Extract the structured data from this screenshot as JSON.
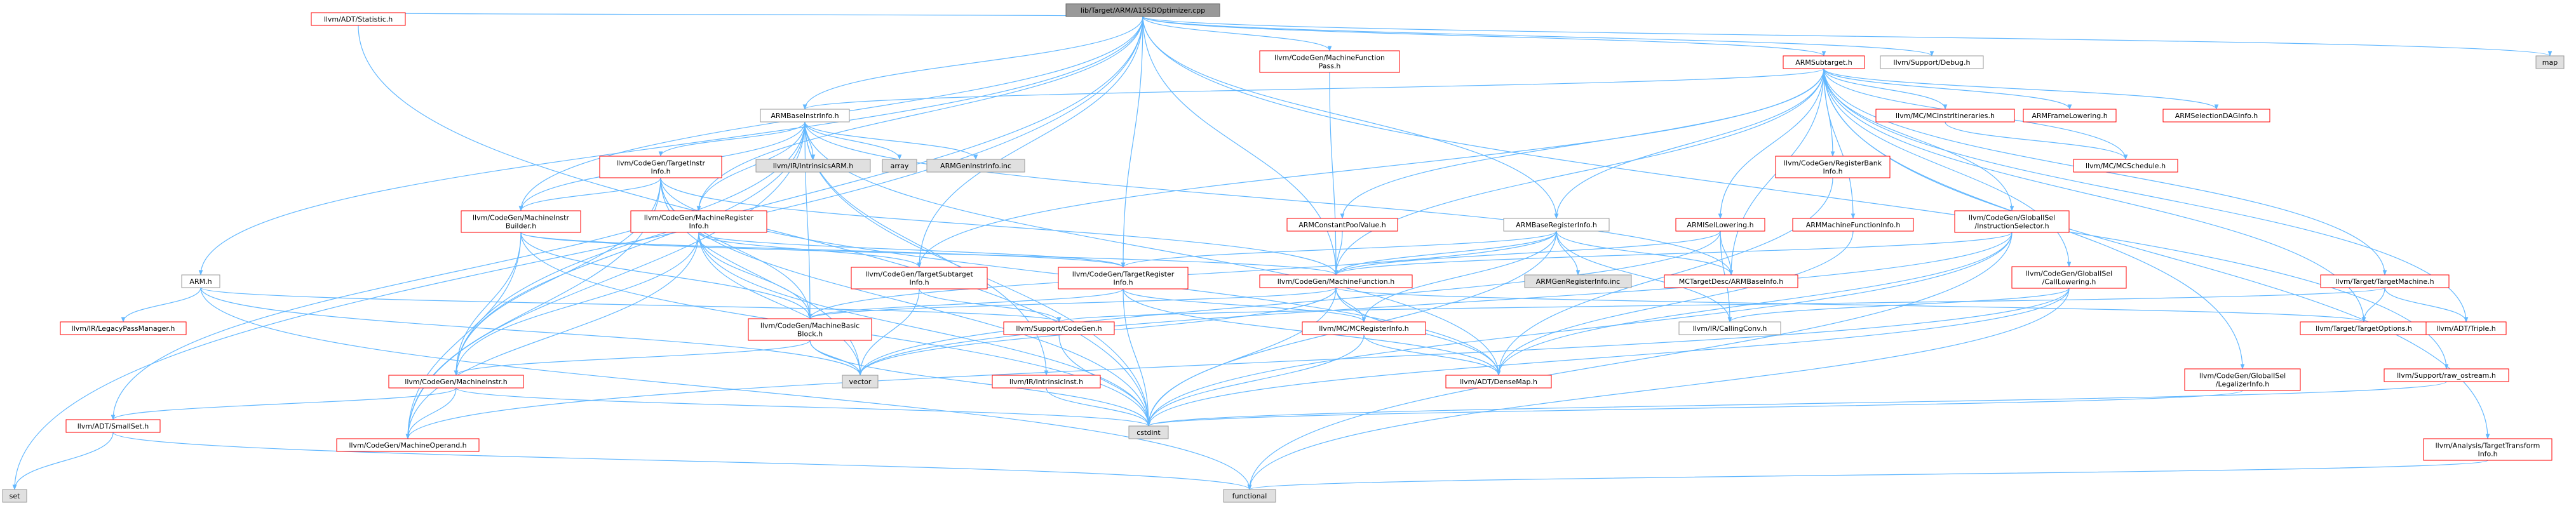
{
  "graph": {
    "colors": {
      "edge": "#63b8ff",
      "root_fill": "#999999",
      "root_border": "#666666",
      "node_border_red": "#ff0000",
      "node_border_gray": "#999999",
      "sys_fill": "#e0e0e0",
      "text": "#000000",
      "text_red": "#000000"
    },
    "nodes": [
      {
        "id": "root",
        "label": "lib/Target/ARM/A15SDOptimizer.cpp",
        "kind": "root"
      },
      {
        "id": "adt_statistic",
        "label": "llvm/ADT/Statistic.h",
        "kind": "red"
      },
      {
        "id": "mfpass",
        "label": "llvm/CodeGen/MachineFunction\nPass.h",
        "kind": "red"
      },
      {
        "id": "armsubtarget",
        "label": "ARMSubtarget.h",
        "kind": "red"
      },
      {
        "id": "support_debug",
        "label": "llvm/Support/Debug.h",
        "kind": "plain"
      },
      {
        "id": "map",
        "label": "map",
        "kind": "sys"
      },
      {
        "id": "set",
        "label": "set",
        "kind": "sys"
      },
      {
        "id": "armbaseinstrinfo",
        "label": "ARMBaseInstrInfo.h",
        "kind": "plain"
      },
      {
        "id": "mcinstritin",
        "label": "llvm/MC/MCInstrItineraries.h",
        "kind": "red"
      },
      {
        "id": "armframelowering",
        "label": "ARMFrameLowering.h",
        "kind": "red"
      },
      {
        "id": "armseldag",
        "label": "ARMSelectionDAGInfo.h",
        "kind": "red"
      },
      {
        "id": "mcschedule",
        "label": "llvm/MC/MCSchedule.h",
        "kind": "red"
      },
      {
        "id": "targetinstrinfo",
        "label": "llvm/CodeGen/TargetInstr\nInfo.h",
        "kind": "red"
      },
      {
        "id": "intrinsicsarm",
        "label": "llvm/IR/IntrinsicsARM.h",
        "kind": "sys"
      },
      {
        "id": "array",
        "label": "array",
        "kind": "sys"
      },
      {
        "id": "armgeninstrinfo",
        "label": "ARMGenInstrInfo.inc",
        "kind": "sys"
      },
      {
        "id": "regbankinfo",
        "label": "llvm/CodeGen/RegisterBank\nInfo.h",
        "kind": "red"
      },
      {
        "id": "armmfinfo",
        "label": "ARMMachineFunctionInfo.h",
        "kind": "red"
      },
      {
        "id": "instrselector",
        "label": "llvm/CodeGen/GlobalISel\n/InstructionSelector.h",
        "kind": "red"
      },
      {
        "id": "arm_h",
        "label": "ARM.h",
        "kind": "plain"
      },
      {
        "id": "machineinstrbuilder",
        "label": "llvm/CodeGen/MachineInstr\nBuilder.h",
        "kind": "red"
      },
      {
        "id": "machineregisterinfo",
        "label": "llvm/CodeGen/MachineRegister\nInfo.h",
        "kind": "red"
      },
      {
        "id": "armconstpool",
        "label": "ARMConstantPoolValue.h",
        "kind": "red"
      },
      {
        "id": "armbaseregisterinfo",
        "label": "ARMBaseRegisterInfo.h",
        "kind": "plain"
      },
      {
        "id": "armisellowering",
        "label": "ARMISelLowering.h",
        "kind": "red"
      },
      {
        "id": "calllowering",
        "label": "llvm/CodeGen/GlobalISel\n/CallLowering.h",
        "kind": "red"
      },
      {
        "id": "targetmachine",
        "label": "llvm/Target/TargetMachine.h",
        "kind": "red"
      },
      {
        "id": "targetsubtargetinfo",
        "label": "llvm/CodeGen/TargetSubtarget\nInfo.h",
        "kind": "red"
      },
      {
        "id": "targetregisterinfo",
        "label": "llvm/CodeGen/TargetRegister\nInfo.h",
        "kind": "red"
      },
      {
        "id": "machinefunction",
        "label": "llvm/CodeGen/MachineFunction.h",
        "kind": "red"
      },
      {
        "id": "armgenreginfo",
        "label": "ARMGenRegisterInfo.inc",
        "kind": "sys"
      },
      {
        "id": "mctargetdesc",
        "label": "MCTargetDesc/ARMBaseInfo.h",
        "kind": "red"
      },
      {
        "id": "legacypassmgr",
        "label": "llvm/IR/LegacyPassManager.h",
        "kind": "red"
      },
      {
        "id": "machinebasicblock",
        "label": "llvm/CodeGen/MachineBasic\nBlock.h",
        "kind": "red"
      },
      {
        "id": "supportcodegen",
        "label": "llvm/Support/CodeGen.h",
        "kind": "red"
      },
      {
        "id": "mcregisterinfo",
        "label": "llvm/MC/MCRegisterInfo.h",
        "kind": "red"
      },
      {
        "id": "callingconv",
        "label": "llvm/IR/CallingConv.h",
        "kind": "plain"
      },
      {
        "id": "targetoptions",
        "label": "llvm/Target/TargetOptions.h",
        "kind": "red"
      },
      {
        "id": "adttriple",
        "label": "llvm/ADT/Triple.h",
        "kind": "red"
      },
      {
        "id": "vector",
        "label": "vector",
        "kind": "sys"
      },
      {
        "id": "densemap",
        "label": "llvm/ADT/DenseMap.h",
        "kind": "red"
      },
      {
        "id": "machineinstr",
        "label": "llvm/CodeGen/MachineInstr.h",
        "kind": "red"
      },
      {
        "id": "intrinsicinst",
        "label": "llvm/IR/IntrinsicInst.h",
        "kind": "red"
      },
      {
        "id": "legalizerinfo",
        "label": "llvm/CodeGen/GlobalISel\n/LegalizerInfo.h",
        "kind": "red"
      },
      {
        "id": "rawostream",
        "label": "llvm/Support/raw_ostream.h",
        "kind": "red"
      },
      {
        "id": "adtsmallset",
        "label": "llvm/ADT/SmallSet.h",
        "kind": "red"
      },
      {
        "id": "cstdint",
        "label": "cstdint",
        "kind": "sys"
      },
      {
        "id": "machineoperand",
        "label": "llvm/CodeGen/MachineOperand.h",
        "kind": "red"
      },
      {
        "id": "targettransform",
        "label": "llvm/Analysis/TargetTransform\nInfo.h",
        "kind": "red"
      },
      {
        "id": "functional",
        "label": "functional",
        "kind": "sys"
      }
    ],
    "edges": [
      [
        "root",
        "adt_statistic"
      ],
      [
        "root",
        "mfpass"
      ],
      [
        "root",
        "armsubtarget"
      ],
      [
        "root",
        "support_debug"
      ],
      [
        "root",
        "map"
      ],
      [
        "root",
        "set"
      ],
      [
        "root",
        "armbaseinstrinfo"
      ],
      [
        "root",
        "arm_h"
      ],
      [
        "root",
        "machineinstrbuilder"
      ],
      [
        "root",
        "machinefunction"
      ],
      [
        "root",
        "targetregisterinfo"
      ],
      [
        "root",
        "targetsubtargetinfo"
      ],
      [
        "root",
        "armbaseregisterinfo"
      ],
      [
        "root",
        "machineinstr"
      ],
      [
        "root",
        "rawostream"
      ],
      [
        "root",
        "machineregisterinfo"
      ],
      [
        "adt_statistic",
        "cstdint"
      ],
      [
        "mfpass",
        "machinefunction"
      ],
      [
        "armsubtarget",
        "armbaseinstrinfo"
      ],
      [
        "armsubtarget",
        "mcinstritin"
      ],
      [
        "armsubtarget",
        "armframelowering"
      ],
      [
        "armsubtarget",
        "armseldag"
      ],
      [
        "armsubtarget",
        "mcschedule"
      ],
      [
        "armsubtarget",
        "regbankinfo"
      ],
      [
        "armsubtarget",
        "armmfinfo"
      ],
      [
        "armsubtarget",
        "instrselector"
      ],
      [
        "armsubtarget",
        "armconstpool"
      ],
      [
        "armsubtarget",
        "armbaseregisterinfo"
      ],
      [
        "armsubtarget",
        "armisellowering"
      ],
      [
        "armsubtarget",
        "calllowering"
      ],
      [
        "armsubtarget",
        "targetmachine"
      ],
      [
        "armsubtarget",
        "targetsubtargetinfo"
      ],
      [
        "armsubtarget",
        "machinefunction"
      ],
      [
        "armsubtarget",
        "legalizerinfo"
      ],
      [
        "armsubtarget",
        "targetoptions"
      ],
      [
        "armsubtarget",
        "adttriple"
      ],
      [
        "armsubtarget",
        "targettransform"
      ],
      [
        "armsubtarget",
        "mctargetdesc"
      ],
      [
        "mcinstritin",
        "mcschedule"
      ],
      [
        "armbaseinstrinfo",
        "targetinstrinfo"
      ],
      [
        "armbaseinstrinfo",
        "intrinsicsarm"
      ],
      [
        "armbaseinstrinfo",
        "array"
      ],
      [
        "armbaseinstrinfo",
        "armgeninstrinfo"
      ],
      [
        "armbaseinstrinfo",
        "machineinstrbuilder"
      ],
      [
        "armbaseinstrinfo",
        "machinebasicblock"
      ],
      [
        "armbaseinstrinfo",
        "machineinstr"
      ],
      [
        "armbaseinstrinfo",
        "machineoperand"
      ],
      [
        "armbaseinstrinfo",
        "adtsmallset"
      ],
      [
        "armbaseinstrinfo",
        "intrinsicinst"
      ],
      [
        "armbaseinstrinfo",
        "densemap"
      ],
      [
        "armbaseinstrinfo",
        "cstdint"
      ],
      [
        "armbaseinstrinfo",
        "mctargetdesc"
      ],
      [
        "armbaseinstrinfo",
        "machineregisterinfo"
      ],
      [
        "targetinstrinfo",
        "machinefunction"
      ],
      [
        "targetinstrinfo",
        "machinebasicblock"
      ],
      [
        "targetinstrinfo",
        "machineinstr"
      ],
      [
        "targetinstrinfo",
        "machineoperand"
      ],
      [
        "targetinstrinfo",
        "densemap"
      ],
      [
        "targetinstrinfo",
        "vector"
      ],
      [
        "targetinstrinfo",
        "cstdint"
      ],
      [
        "targetinstrinfo",
        "machineinstrbuilder"
      ],
      [
        "regbankinfo",
        "densemap"
      ],
      [
        "armmfinfo",
        "densemap"
      ],
      [
        "instrselector",
        "machinefunction"
      ],
      [
        "instrselector",
        "densemap"
      ],
      [
        "instrselector",
        "cstdint"
      ],
      [
        "instrselector",
        "vector"
      ],
      [
        "instrselector",
        "functional"
      ],
      [
        "arm_h",
        "legacypassmgr"
      ],
      [
        "arm_h",
        "supportcodegen"
      ],
      [
        "arm_h",
        "vector"
      ],
      [
        "arm_h",
        "functional"
      ],
      [
        "machineinstrbuilder",
        "machinefunction"
      ],
      [
        "machineinstrbuilder",
        "machinebasicblock"
      ],
      [
        "machineinstrbuilder",
        "machineinstr"
      ],
      [
        "machineinstrbuilder",
        "machineoperand"
      ],
      [
        "machineinstrbuilder",
        "targetregisterinfo"
      ],
      [
        "machineinstrbuilder",
        "cstdint"
      ],
      [
        "machineregisterinfo",
        "targetsubtargetinfo"
      ],
      [
        "machineregisterinfo",
        "targetregisterinfo"
      ],
      [
        "machineregisterinfo",
        "machinebasicblock"
      ],
      [
        "machineregisterinfo",
        "machineinstr"
      ],
      [
        "machineregisterinfo",
        "machineoperand"
      ],
      [
        "machineregisterinfo",
        "vector"
      ],
      [
        "machineregisterinfo",
        "cstdint"
      ],
      [
        "armconstpool",
        "machinefunction"
      ],
      [
        "armbaseregisterinfo",
        "armgenreginfo"
      ],
      [
        "armbaseregisterinfo",
        "mctargetdesc"
      ],
      [
        "armbaseregisterinfo",
        "targetregisterinfo"
      ],
      [
        "armbaseregisterinfo",
        "machinefunction"
      ],
      [
        "armbaseregisterinfo",
        "callingconv"
      ],
      [
        "armbaseregisterinfo",
        "mcregisterinfo"
      ],
      [
        "armbaseregisterinfo",
        "machinebasicblock"
      ],
      [
        "armbaseregisterinfo",
        "cstdint"
      ],
      [
        "armisellowering",
        "machinefunction"
      ],
      [
        "armisellowering",
        "callingconv"
      ],
      [
        "armisellowering",
        "mctargetdesc"
      ],
      [
        "armisellowering",
        "vector"
      ],
      [
        "calllowering",
        "callingconv"
      ],
      [
        "calllowering",
        "machineoperand"
      ],
      [
        "calllowering",
        "cstdint"
      ],
      [
        "calllowering",
        "functional"
      ],
      [
        "targetmachine",
        "targetoptions"
      ],
      [
        "targetmachine",
        "adttriple"
      ],
      [
        "targetmachine",
        "supportcodegen"
      ],
      [
        "targetsubtargetinfo",
        "supportcodegen"
      ],
      [
        "targetsubtargetinfo",
        "vector"
      ],
      [
        "targetregisterinfo",
        "mcregisterinfo"
      ],
      [
        "targetregisterinfo",
        "machinebasicblock"
      ],
      [
        "targetregisterinfo",
        "cstdint"
      ],
      [
        "targetregisterinfo",
        "densemap"
      ],
      [
        "machinefunction",
        "machinebasicblock"
      ],
      [
        "machinefunction",
        "densemap"
      ],
      [
        "machinefunction",
        "vector"
      ],
      [
        "machinefunction",
        "cstdint"
      ],
      [
        "machinefunction",
        "targetoptions"
      ],
      [
        "machinefunction",
        "mcregisterinfo"
      ],
      [
        "machinebasicblock",
        "machineinstr"
      ],
      [
        "machinebasicblock",
        "vector"
      ],
      [
        "machinebasicblock",
        "cstdint"
      ],
      [
        "supportcodegen",
        "cstdint"
      ],
      [
        "mcregisterinfo",
        "densemap"
      ],
      [
        "mcregisterinfo",
        "cstdint"
      ],
      [
        "machineinstr",
        "adtsmallset"
      ],
      [
        "machineinstr",
        "machineoperand"
      ],
      [
        "machineinstr",
        "cstdint"
      ],
      [
        "intrinsicinst",
        "cstdint"
      ],
      [
        "legalizerinfo",
        "cstdint"
      ],
      [
        "rawostream",
        "cstdint"
      ],
      [
        "adtsmallset",
        "set"
      ],
      [
        "adtsmallset",
        "functional"
      ],
      [
        "targettransform",
        "functional"
      ]
    ]
  }
}
